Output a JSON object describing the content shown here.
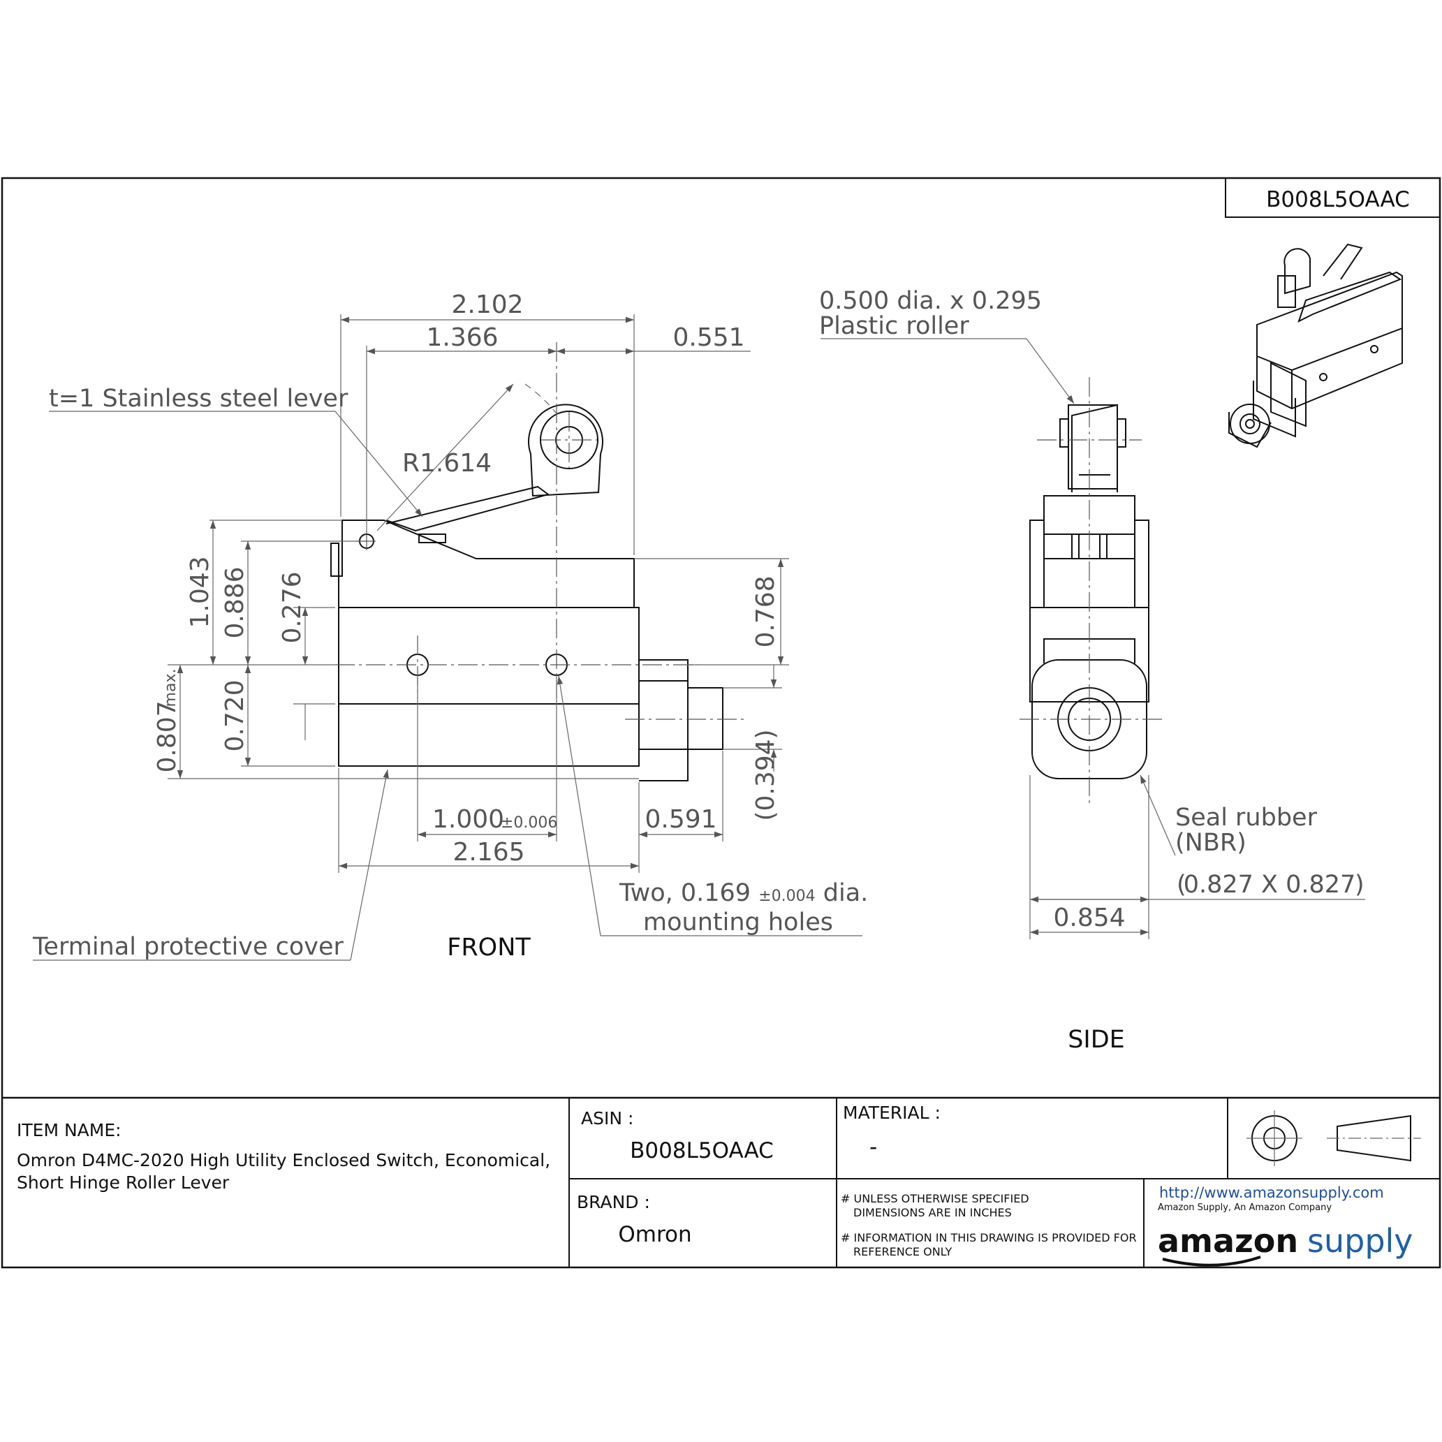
{
  "part_number": "B008L5OAAC",
  "views": {
    "front": "FRONT",
    "side": "SIDE"
  },
  "front_dimensions": {
    "overall_top": "2.102",
    "lever_pivot_to_roller": "1.366",
    "roller_to_body_end": "0.551",
    "radius": "R1.614",
    "height_1": "1.043",
    "height_2": "0.886",
    "height_3": "0.276",
    "body_right_height": "0.768",
    "max_depth": "0.807",
    "max_note": "max.",
    "depth_2": "0.720",
    "bushing_dia": "(0.394)",
    "hole_spacing": "1.000",
    "hole_spacing_tol": "±0.006",
    "bushing_length": "0.591",
    "body_length": "2.165"
  },
  "front_callouts": {
    "lever": "t=1  Stainless steel lever",
    "cover": "Terminal protective cover",
    "holes_line1_a": "Two, 0.169 ",
    "holes_tol": "±0.004",
    "holes_line1_b": " dia.",
    "holes_line2": "mounting holes"
  },
  "side_callouts": {
    "roller_line1": "0.500 dia. x 0.295",
    "roller_line2": "Plastic roller",
    "seal_line1": "Seal rubber",
    "seal_line2": "(NBR)",
    "seal_size": "0.827 X 0.827",
    "side_width": "0.854"
  },
  "title_block": {
    "item_name_label": "ITEM NAME:",
    "item_name_line1": "Omron D4MC-2020 High Utility Enclosed Switch, Economical,",
    "item_name_line2": "Short Hinge Roller Lever",
    "asin_label": "ASIN :",
    "asin_value": "B008L5OAAC",
    "material_label": "MATERIAL :",
    "material_value": "-",
    "brand_label": "BRAND :",
    "brand_value": "Omron",
    "note1_line1": "# UNLESS OTHERWISE SPECIFIED",
    "note1_line2": "DIMENSIONS ARE IN INCHES",
    "note2_line1": "# INFORMATION IN THIS DRAWING IS PROVIDED FOR",
    "note2_line2": "REFERENCE ONLY",
    "url": "http://www.amazonsupply.com",
    "company": "Amazon Supply, An Amazon Company",
    "logo_amazon": "amazon",
    "logo_supply": "supply"
  },
  "colors": {
    "line": "#111111",
    "dimension_text": "#555555",
    "url": "#1f4e9a",
    "logo_supply": "#1f5fa8"
  }
}
